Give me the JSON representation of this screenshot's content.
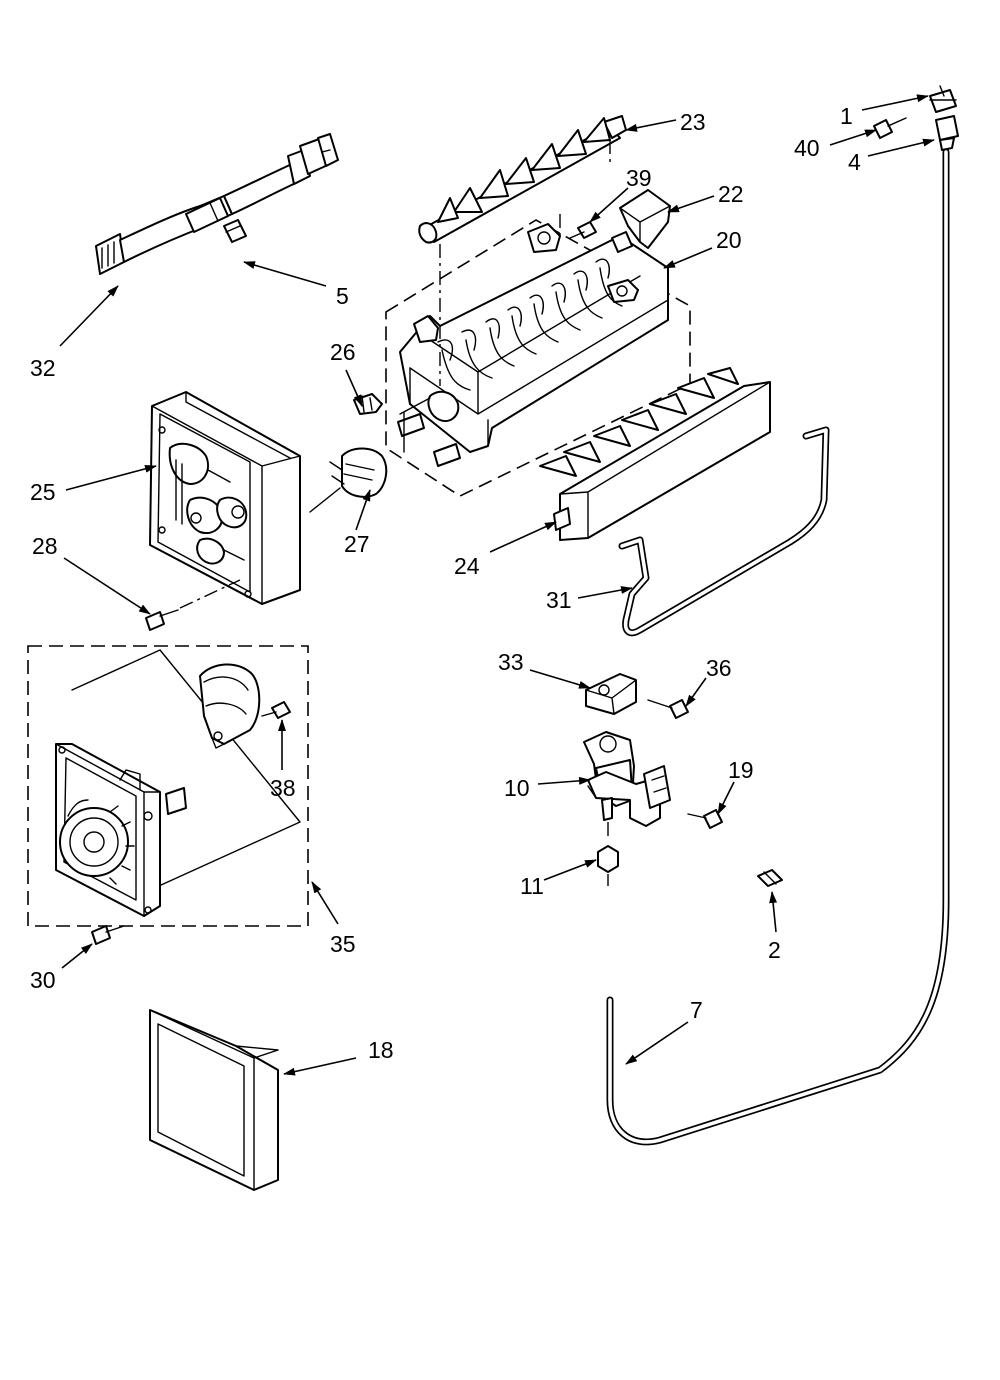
{
  "diagram": {
    "callouts": [
      "1",
      "40",
      "4",
      "23",
      "39",
      "22",
      "20",
      "5",
      "32",
      "26",
      "25",
      "27",
      "28",
      "24",
      "31",
      "33",
      "36",
      "10",
      "19",
      "38",
      "11",
      "2",
      "35",
      "30",
      "7",
      "18"
    ]
  }
}
